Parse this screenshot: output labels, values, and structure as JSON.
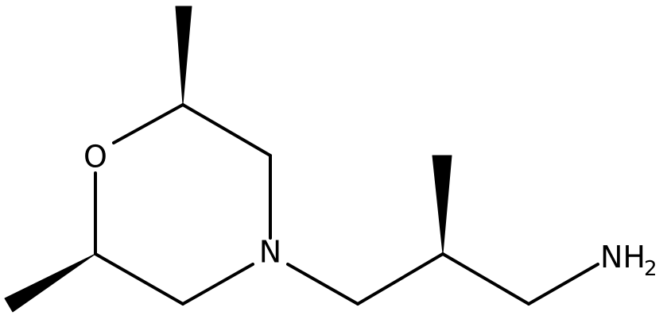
{
  "molecule": {
    "atoms": {
      "oxygen": "O",
      "nitrogen": "N",
      "amine": "NH",
      "amine_subscript": "2"
    },
    "colors": {
      "bond": "#000000",
      "background": "#ffffff"
    }
  }
}
